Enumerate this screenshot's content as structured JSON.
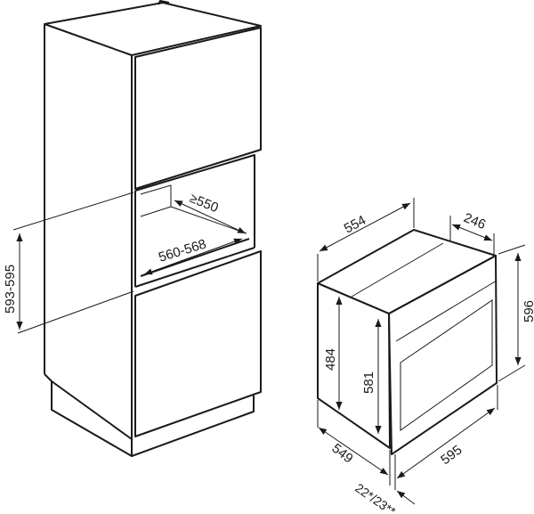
{
  "cabinet": {
    "niche_height": "593-595",
    "niche_width": "560-568",
    "niche_depth": "≥550"
  },
  "oven": {
    "depth_total": "554",
    "front_depth": "246",
    "front_height": "596",
    "body_height_side": "484",
    "body_height": "581",
    "body_depth": "549",
    "width": "595",
    "front_thickness": "22*/23**"
  },
  "colors": {
    "line": "#1a1a1a",
    "background": "#ffffff"
  }
}
